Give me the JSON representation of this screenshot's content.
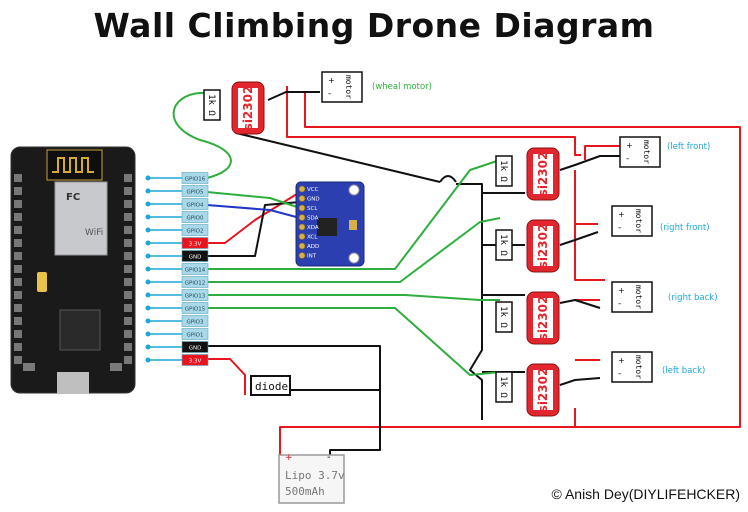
{
  "title": "Wall Climbing Drone Diagram",
  "copyright": "© Anish Dey(DIYLIFEHCKER)",
  "gpio_pins": [
    "GPIO16",
    "GPIO5",
    "GPIO4",
    "GPIO0",
    "GPIO2",
    "3.3V",
    "GND",
    "GPIO14",
    "GPIO12",
    "GPIO13",
    "GPIO15",
    "GPIO3",
    "GPIO1",
    "GND",
    "3.3V"
  ],
  "resistor_label": "1k Ω",
  "mosfet_label": "si2302",
  "motor_label": "motor",
  "motor_plus": "+",
  "motor_minus": "-",
  "motors": [
    {
      "name": "(wheal motor)"
    },
    {
      "name": "(left front)"
    },
    {
      "name": "(right front)"
    },
    {
      "name": "(right back)"
    },
    {
      "name": "(left back)"
    }
  ],
  "diode_label": "diode",
  "battery": {
    "line1": "Lipo 3.7v",
    "line2": "500mAh",
    "plus": "+",
    "minus": "-"
  },
  "mpu_pins": [
    "VCC",
    "GND",
    "SCL",
    "SDA",
    "XDA",
    "XCL",
    "ADD",
    "INT"
  ],
  "colors": {
    "red": "#e8141e",
    "black": "#111111",
    "green": "#2fae3f",
    "blue": "#2235c8",
    "pin_fill": "#a9d8e8",
    "cyan": "#1ea7d8",
    "mosfet_red": "#e3262d"
  }
}
